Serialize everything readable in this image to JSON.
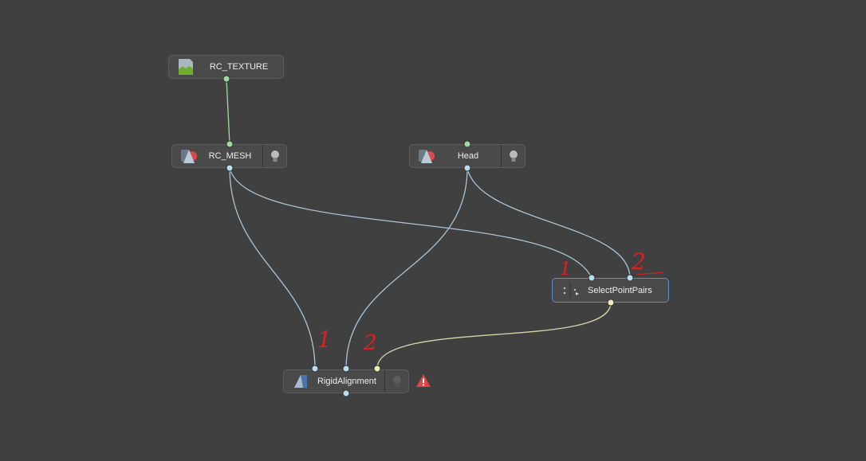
{
  "nodes": {
    "rc_texture": {
      "label": "RC_TEXTURE"
    },
    "rc_mesh": {
      "label": "RC_MESH"
    },
    "head": {
      "label": "Head"
    },
    "select_point_pairs": {
      "label": "SelectPointPairs"
    },
    "rigid_alignment": {
      "label": "RigidAlignment"
    }
  },
  "annotations": {
    "spp_in1": "1",
    "spp_in2": "2",
    "ra_in1": "1",
    "ra_in2": "2"
  },
  "colors": {
    "background": "#404040",
    "mesh_wire": "#a9c4d6",
    "texture_wire": "#9fdba0",
    "points_wire": "#d8d6a6",
    "warning": "#e04444"
  }
}
